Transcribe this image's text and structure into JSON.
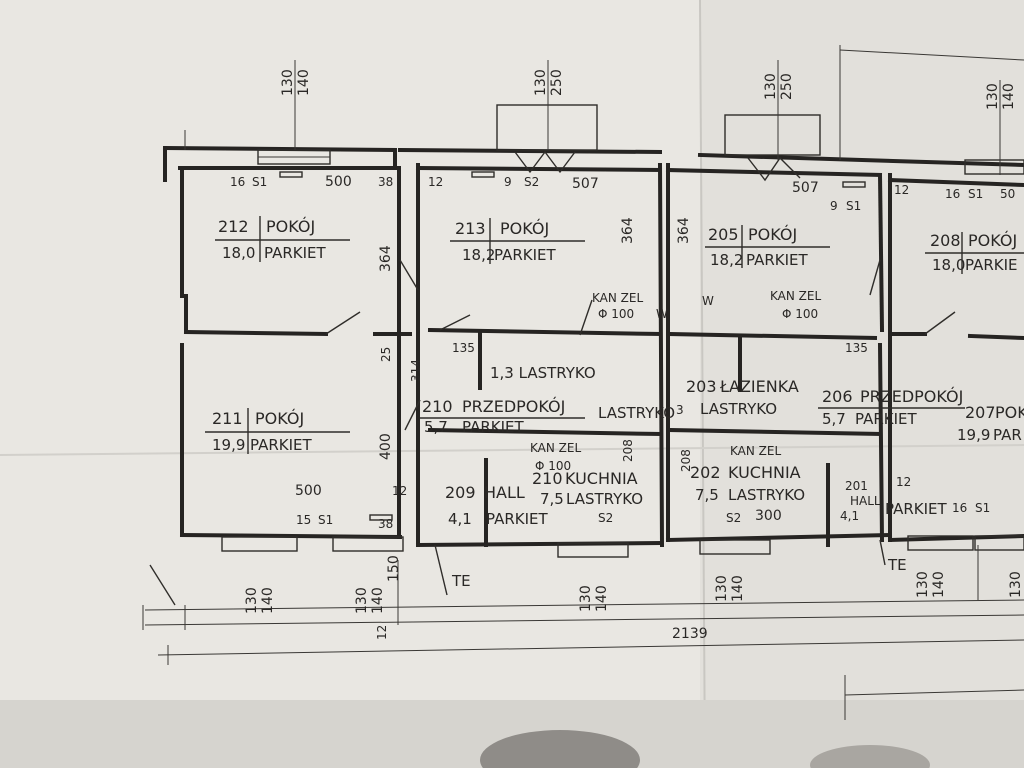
{
  "rooms": [
    {
      "id": "r212",
      "number": "212",
      "name": "POKÓJ",
      "area": "18,0",
      "floor": "PARKIET"
    },
    {
      "id": "r213",
      "number": "213",
      "name": "POKÓJ",
      "area": "18,2",
      "floor": "PARKIET"
    },
    {
      "id": "r205",
      "number": "205",
      "name": "POKÓJ",
      "area": "18,2",
      "floor": "PARKIET"
    },
    {
      "id": "r208",
      "number": "208",
      "name": "POKÓJ",
      "area": "18,0",
      "floor": "PARKIE"
    },
    {
      "id": "r211",
      "number": "211",
      "name": "POKÓJ",
      "area": "19,9",
      "floor": "PARKIET"
    },
    {
      "id": "r210",
      "number": "210",
      "name": "PRZEDPOKÓJ",
      "area": "5,7",
      "floor": "PARKIET"
    },
    {
      "id": "r206",
      "number": "206",
      "name": "PRZEDPOKÓJ",
      "area": "5,7",
      "floor": "PARKIET"
    },
    {
      "id": "r207",
      "number": "207",
      "name": "POK",
      "area": "19,9",
      "floor": "PAR"
    },
    {
      "id": "r210k",
      "number": "210",
      "name": "KUCHNIA",
      "area": "7,5",
      "floor": "LASTRYKO"
    },
    {
      "id": "r202",
      "number": "202",
      "name": "KUCHNIA",
      "area": "7,5",
      "floor": "LASTRYKO"
    },
    {
      "id": "r209",
      "number": "209",
      "name": "HALL",
      "area": "4,1",
      "floor": "PARKIET"
    },
    {
      "id": "r203",
      "number": "203",
      "name": "ŁAZIENKA",
      "area": "3",
      "floor": "LASTRYKO"
    },
    {
      "id": "r201",
      "number": "201",
      "name": "HALL",
      "area": "4,1",
      "floor": "PARKIET"
    }
  ],
  "misc_labels": {
    "lastryko_1": "1,3 LASTRYKO",
    "lastryko_2": "LASTRYKO",
    "kan_zel_1": "KAN ZEL",
    "kan_zel_phi_1": "Φ 100",
    "kan_zel_2": "KAN ZEL",
    "kan_zel_phi_2": "Φ 100",
    "kan_zel_3": "KAN ZEL",
    "kan_zel_phi_3": "Φ 100",
    "kan_zel_4": "KAN ZEL",
    "te_1": "TE",
    "te_2": "TE",
    "w_1": "W",
    "w_2": "W"
  },
  "dimensions": {
    "d_130_a": "130",
    "d_140_a": "140",
    "d_130_b": "130",
    "d_250_b": "250",
    "d_130_c": "130",
    "d_250_c": "250",
    "d_130_d": "130",
    "d_140_d": "140",
    "d_16_a": "16",
    "d_s1_a": "S1",
    "d_500_a": "500",
    "d_38_a": "38",
    "d_12_a": "12",
    "d_9_a": "9",
    "d_s2_a": "S2",
    "d_507_a": "507",
    "d_507_b": "507",
    "d_9_b": "9",
    "d_s1_b": "S1",
    "d_12_b": "12",
    "d_16_c": "16",
    "d_s1_c": "S1",
    "d_50_c": "50",
    "d_364_a": "364",
    "d_364_b": "364",
    "d_364_c": "364",
    "d_25": "25",
    "d_314": "314",
    "d_400": "400",
    "d_135_a": "135",
    "d_135_b": "135",
    "d_500_b": "500",
    "d_12_c": "12",
    "d_38_b": "38",
    "d_15_s1": "15",
    "d_s1_d": "S1",
    "d_208_a": "208",
    "d_208_b": "208",
    "d_300": "300",
    "d_12_d": "12",
    "d_16_d": "16",
    "d_s1_e": "S1",
    "d_s2_b": "S2",
    "d_s2_c": "S2",
    "b_130_a": "130",
    "b_140_a": "140",
    "b_130_b": "130",
    "b_140_b": "140",
    "b_150": "150",
    "b_130_c": "130",
    "b_140_c": "140",
    "b_130_d": "130",
    "b_140_d": "140",
    "b_130_e": "130",
    "b_140_e": "140",
    "b_130_f": "130",
    "b_12": "12",
    "total": "2139"
  },
  "colors": {
    "paper": "#ebe9e4",
    "ink": "#262422"
  }
}
